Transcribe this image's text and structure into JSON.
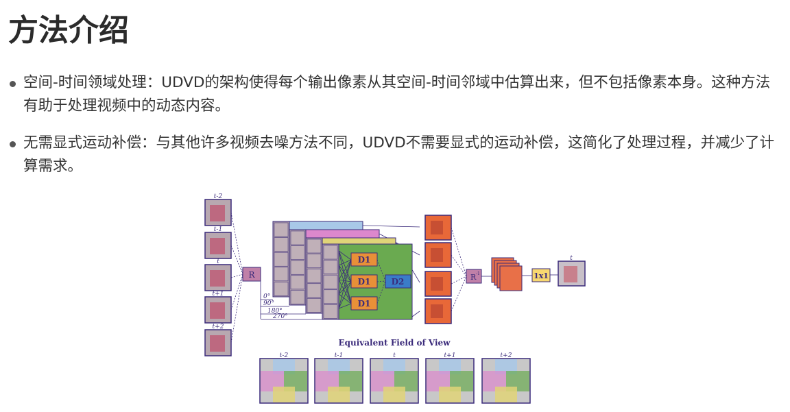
{
  "title": "方法介绍",
  "bullets": [
    {
      "text": "空间-时间领域处理：UDVD的架构使得每个输出像素从其空间-时间邻域中估算出来，但不包括像素本身。这种方法有助于处理视频中的动态内容。"
    },
    {
      "text": "无需显式运动补偿：与其他许多视频去噪方法不同，UDVD不需要显式的运动补偿，这简化了处理过程，并减少了计算需求。"
    }
  ],
  "figure": {
    "input_labels": [
      "t-2",
      "t-1",
      "t",
      "t+1",
      "t+2"
    ],
    "rotate_label": "R",
    "angles": [
      "0°",
      "90°",
      "180°",
      "270°"
    ],
    "d1_label": "D1",
    "d2_label": "D2",
    "inverse_label": "R",
    "inverse_sup": "-1",
    "conv_label": "1x1",
    "output_label": "t",
    "fov_title": "Equivalent Field of View",
    "fov_labels": [
      "t-2",
      "t-1",
      "t",
      "t+1",
      "t+2"
    ],
    "colors": {
      "blue": "#a8c8e8",
      "pink": "#dc88cc",
      "yellow": "#e0d478",
      "green": "#6aaa50",
      "orange": "#e89038",
      "d2": "#3a7cc8",
      "r": "#c080a8",
      "frame": "#3a2a7a"
    }
  }
}
